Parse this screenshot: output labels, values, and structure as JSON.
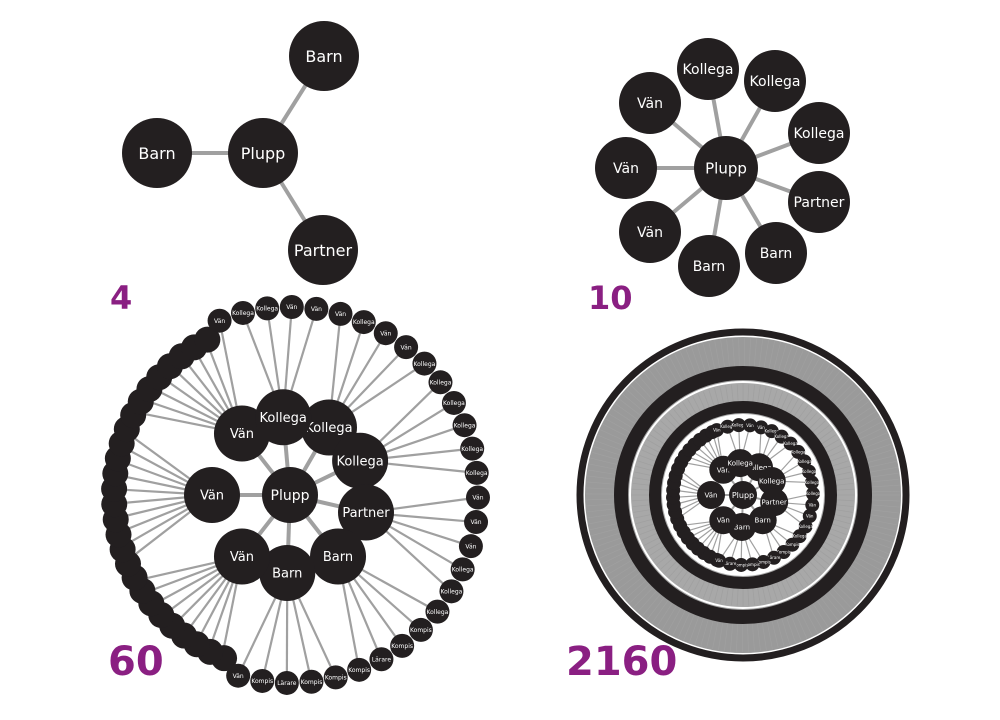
{
  "colors": {
    "node": "#231f20",
    "edge": "#a0a0a0",
    "label": "#ffffff",
    "count": "#8a1f82",
    "background": "#ffffff"
  },
  "panels": [
    {
      "count": "4",
      "center": "Plupp",
      "ring1": [
        "Barn",
        "Partner",
        "Barn"
      ]
    },
    {
      "count": "10",
      "center": "Plupp",
      "ring1": [
        "Kollega",
        "Kollega",
        "Partner",
        "Barn",
        "Barn",
        "Vän",
        "Vän",
        "Vän",
        "Kollega"
      ]
    },
    {
      "count": "60",
      "center": "Plupp",
      "ring1": [
        "Kollega",
        "Kollega",
        "Partner",
        "Barn",
        "Barn",
        "Vän",
        "Vän",
        "Vän",
        "Kollega"
      ],
      "ring2": [
        "Vän",
        "Kollega",
        "Kollega",
        "Vän",
        "Vän",
        "Vän",
        "Kollega",
        "Vän",
        "Vän",
        "Kollega",
        "Kollega",
        "Kollega",
        "Kollega",
        "Kollega",
        "Kollega",
        "Vän",
        "Vän",
        "Vän",
        "Kollega",
        "Kollega",
        "Kollega",
        "Kompis",
        "Kompis",
        "Lärare",
        "Kompis",
        "Kompis",
        "Kompis",
        "Lärare",
        "Kompis",
        "Vän"
      ]
    },
    {
      "count": "2160",
      "center": "Plupp",
      "ring1": [
        "Kollega",
        "Kollega",
        "Partner",
        "Barn",
        "Barn",
        "Vän",
        "Vän",
        "Vän",
        "Kollega"
      ],
      "ring2": [
        "Vän",
        "Kollega",
        "Kollega",
        "Vän",
        "Vän",
        "Kollega",
        "Kollega",
        "Kollega",
        "Kollega",
        "Kollega",
        "Kollega",
        "Kollega",
        "Kollega",
        "Vän",
        "Vän",
        "Kollega",
        "Kollega",
        "Kompis",
        "Kompis",
        "Lärare",
        "Kompis",
        "Kompis",
        "Kompis",
        "Lärare",
        "Vän"
      ]
    }
  ]
}
